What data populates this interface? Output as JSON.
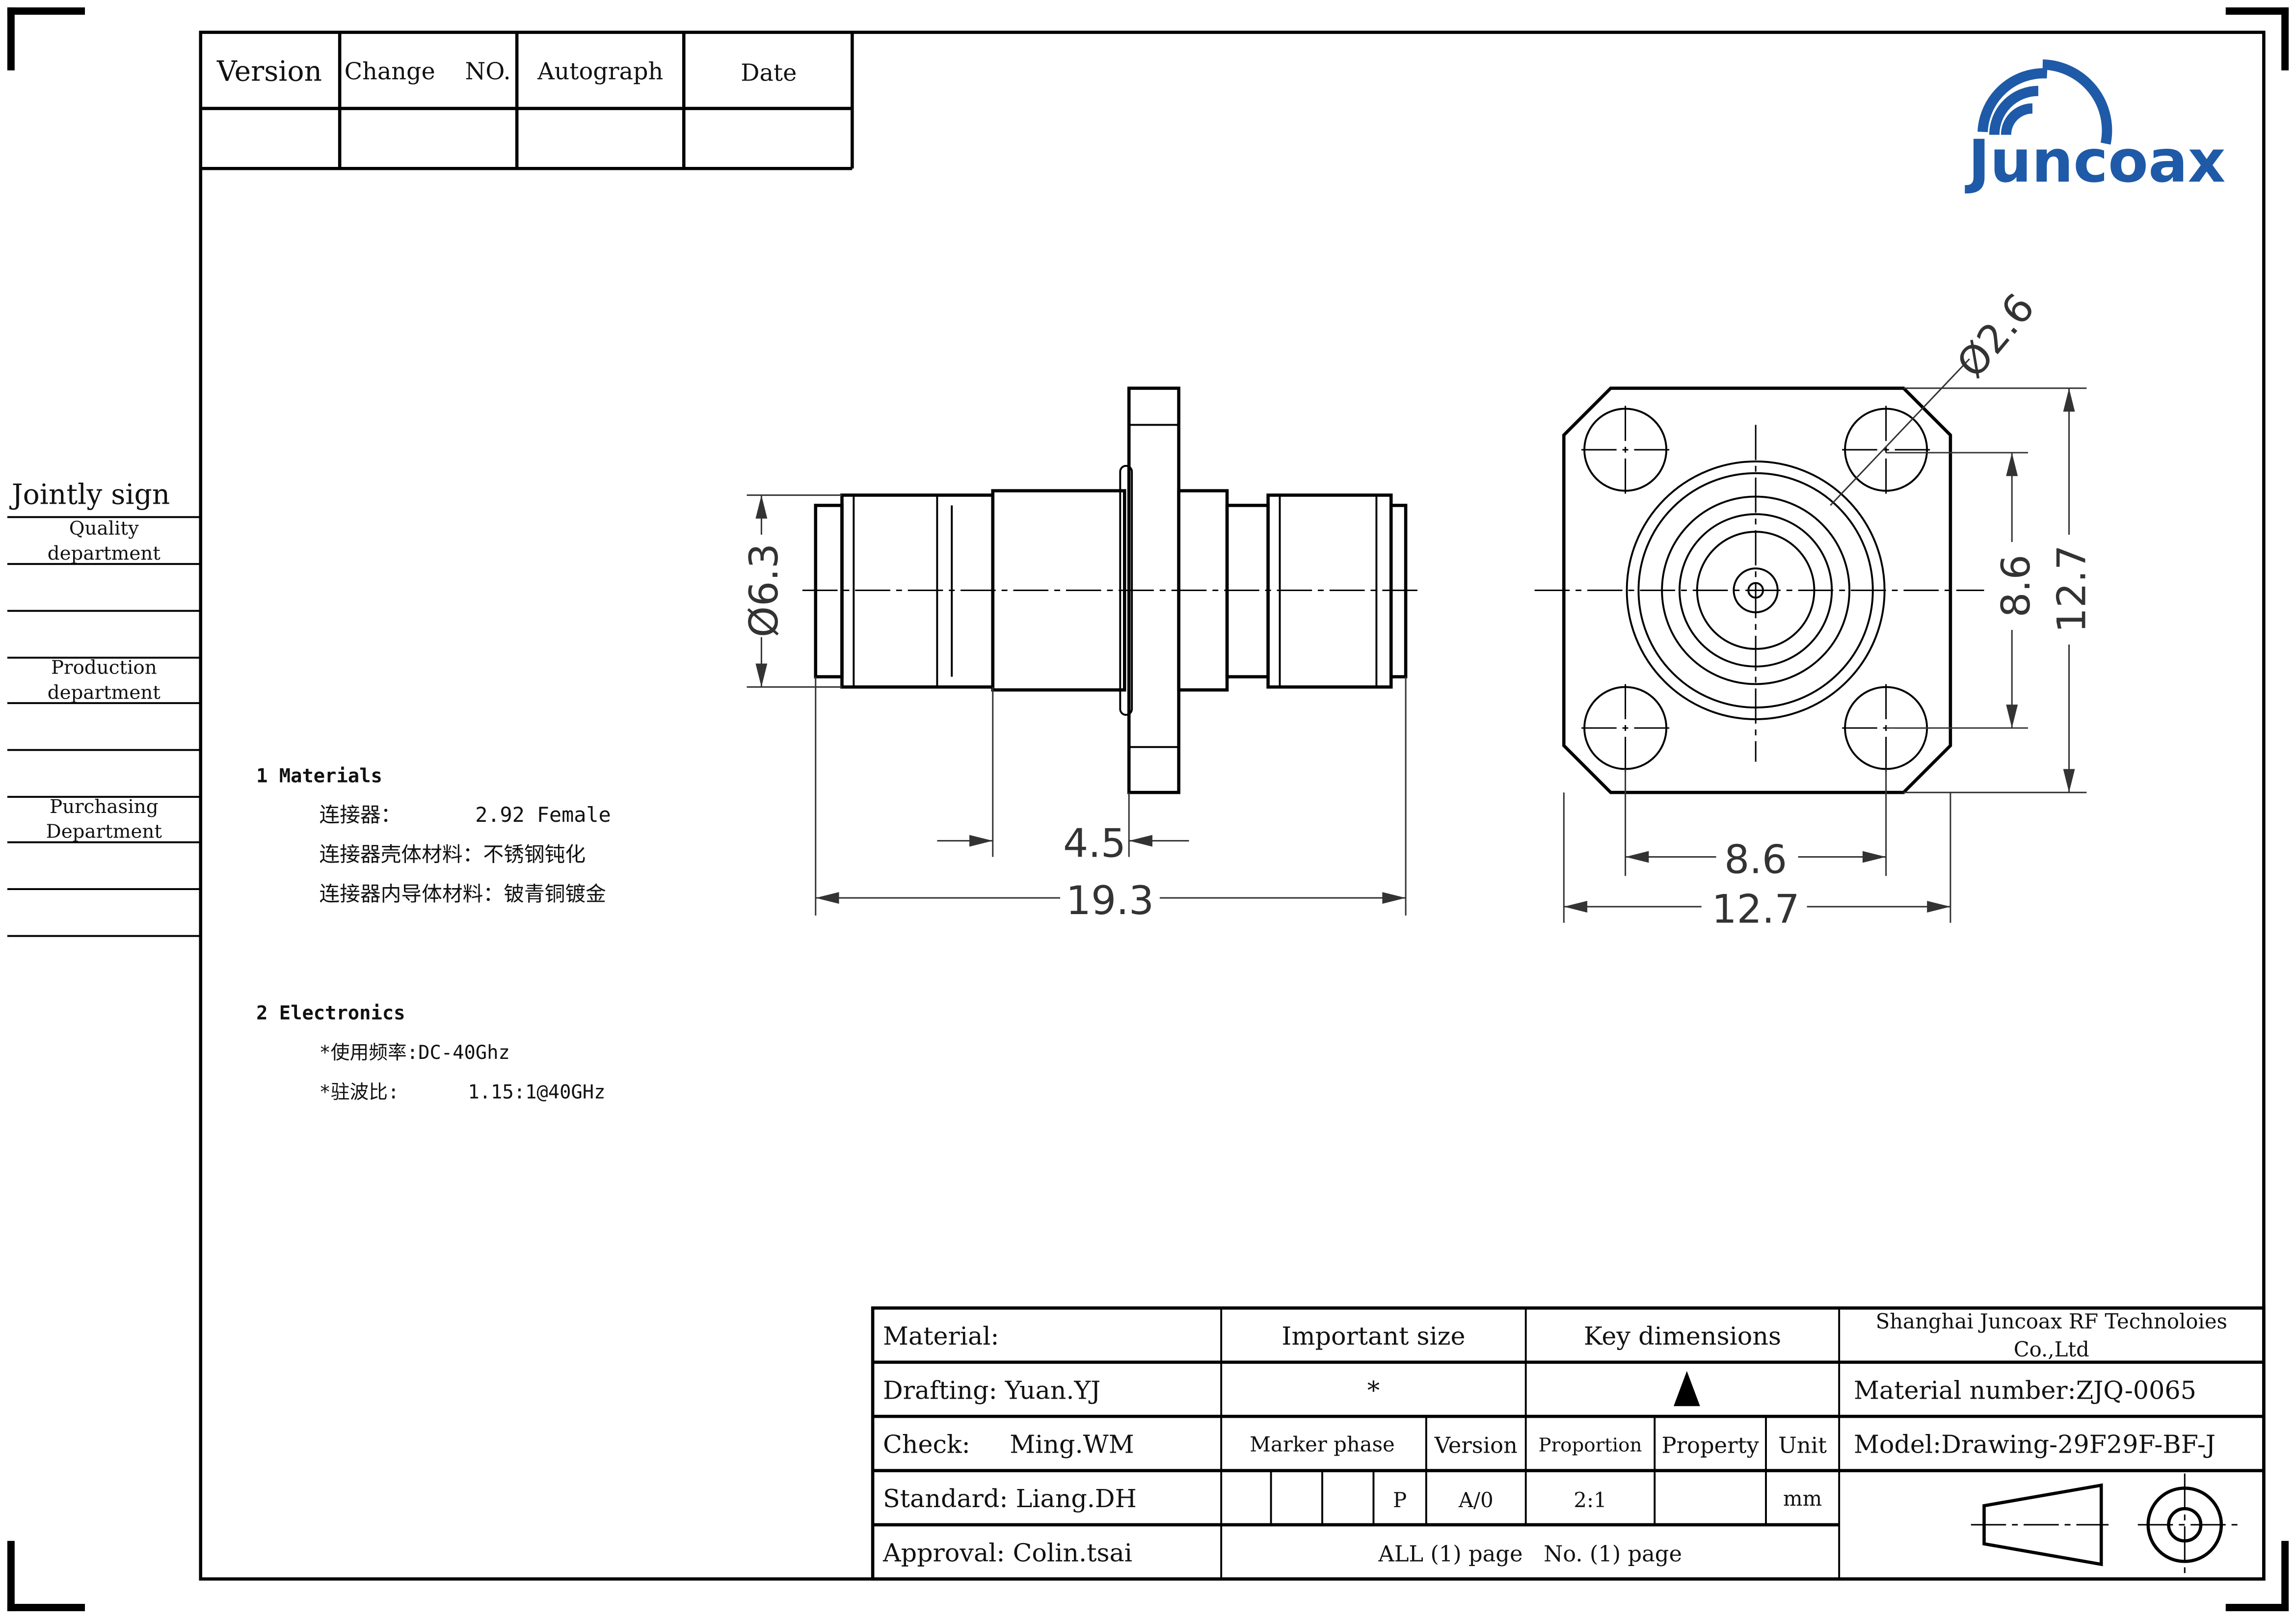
{
  "revision_table": {
    "headers": [
      "Version",
      "Change    NO.",
      "Autograph",
      "Date"
    ]
  },
  "jointly_sign": {
    "title": "Jointly sign",
    "depts": [
      [
        "Quality",
        "department"
      ],
      [
        "Production",
        "department"
      ],
      [
        "Purchasing",
        "Department"
      ]
    ]
  },
  "logo": {
    "text": "Juncoax",
    "color": "#1e5aa8"
  },
  "notes": {
    "materials_title": "1 Materials",
    "materials": [
      "连接器：      2.92 Female",
      "连接器壳体材料：不锈钢钝化",
      "连接器内导体材料：铍青铜镀金"
    ],
    "electronics_title": "2 Electronics",
    "electronics": [
      "*使用频率:DC-40Ghz",
      "*驻波比:      1.15:1@40GHz"
    ]
  },
  "dimensions": {
    "side_dia": "Ø6.3",
    "flange_offset": "4.5",
    "length": "19.3",
    "hole_dia": "Ø2.6",
    "hole_pitch_v": "8.6",
    "width_v": "12.7",
    "hole_pitch_h": "8.6",
    "width_h": "12.7"
  },
  "title_block": {
    "material": "Material:",
    "important_size": "Important size",
    "key_dimensions": "Key dimensions",
    "company": "Shanghai Juncoax RF Technoloies",
    "company2": "Co.,Ltd",
    "drafting": "Drafting: Yuan.YJ",
    "important_mark": "*",
    "material_number": "Material number:ZJQ-0065",
    "check": "Check:     Ming.WM",
    "marker_phase": "Marker phase",
    "version": "Version",
    "proportion": "Proportion",
    "property": "Property",
    "unit": "Unit",
    "model": "Model:Drawing-29F29F-BF-J",
    "standard": "Standard: Liang.DH",
    "phase_value": "P",
    "version_value": "A/0",
    "proportion_value": "2:1",
    "unit_value": "mm",
    "approval": "Approval: Colin.tsai",
    "pages": "ALL (1) page   No. (1) page"
  }
}
